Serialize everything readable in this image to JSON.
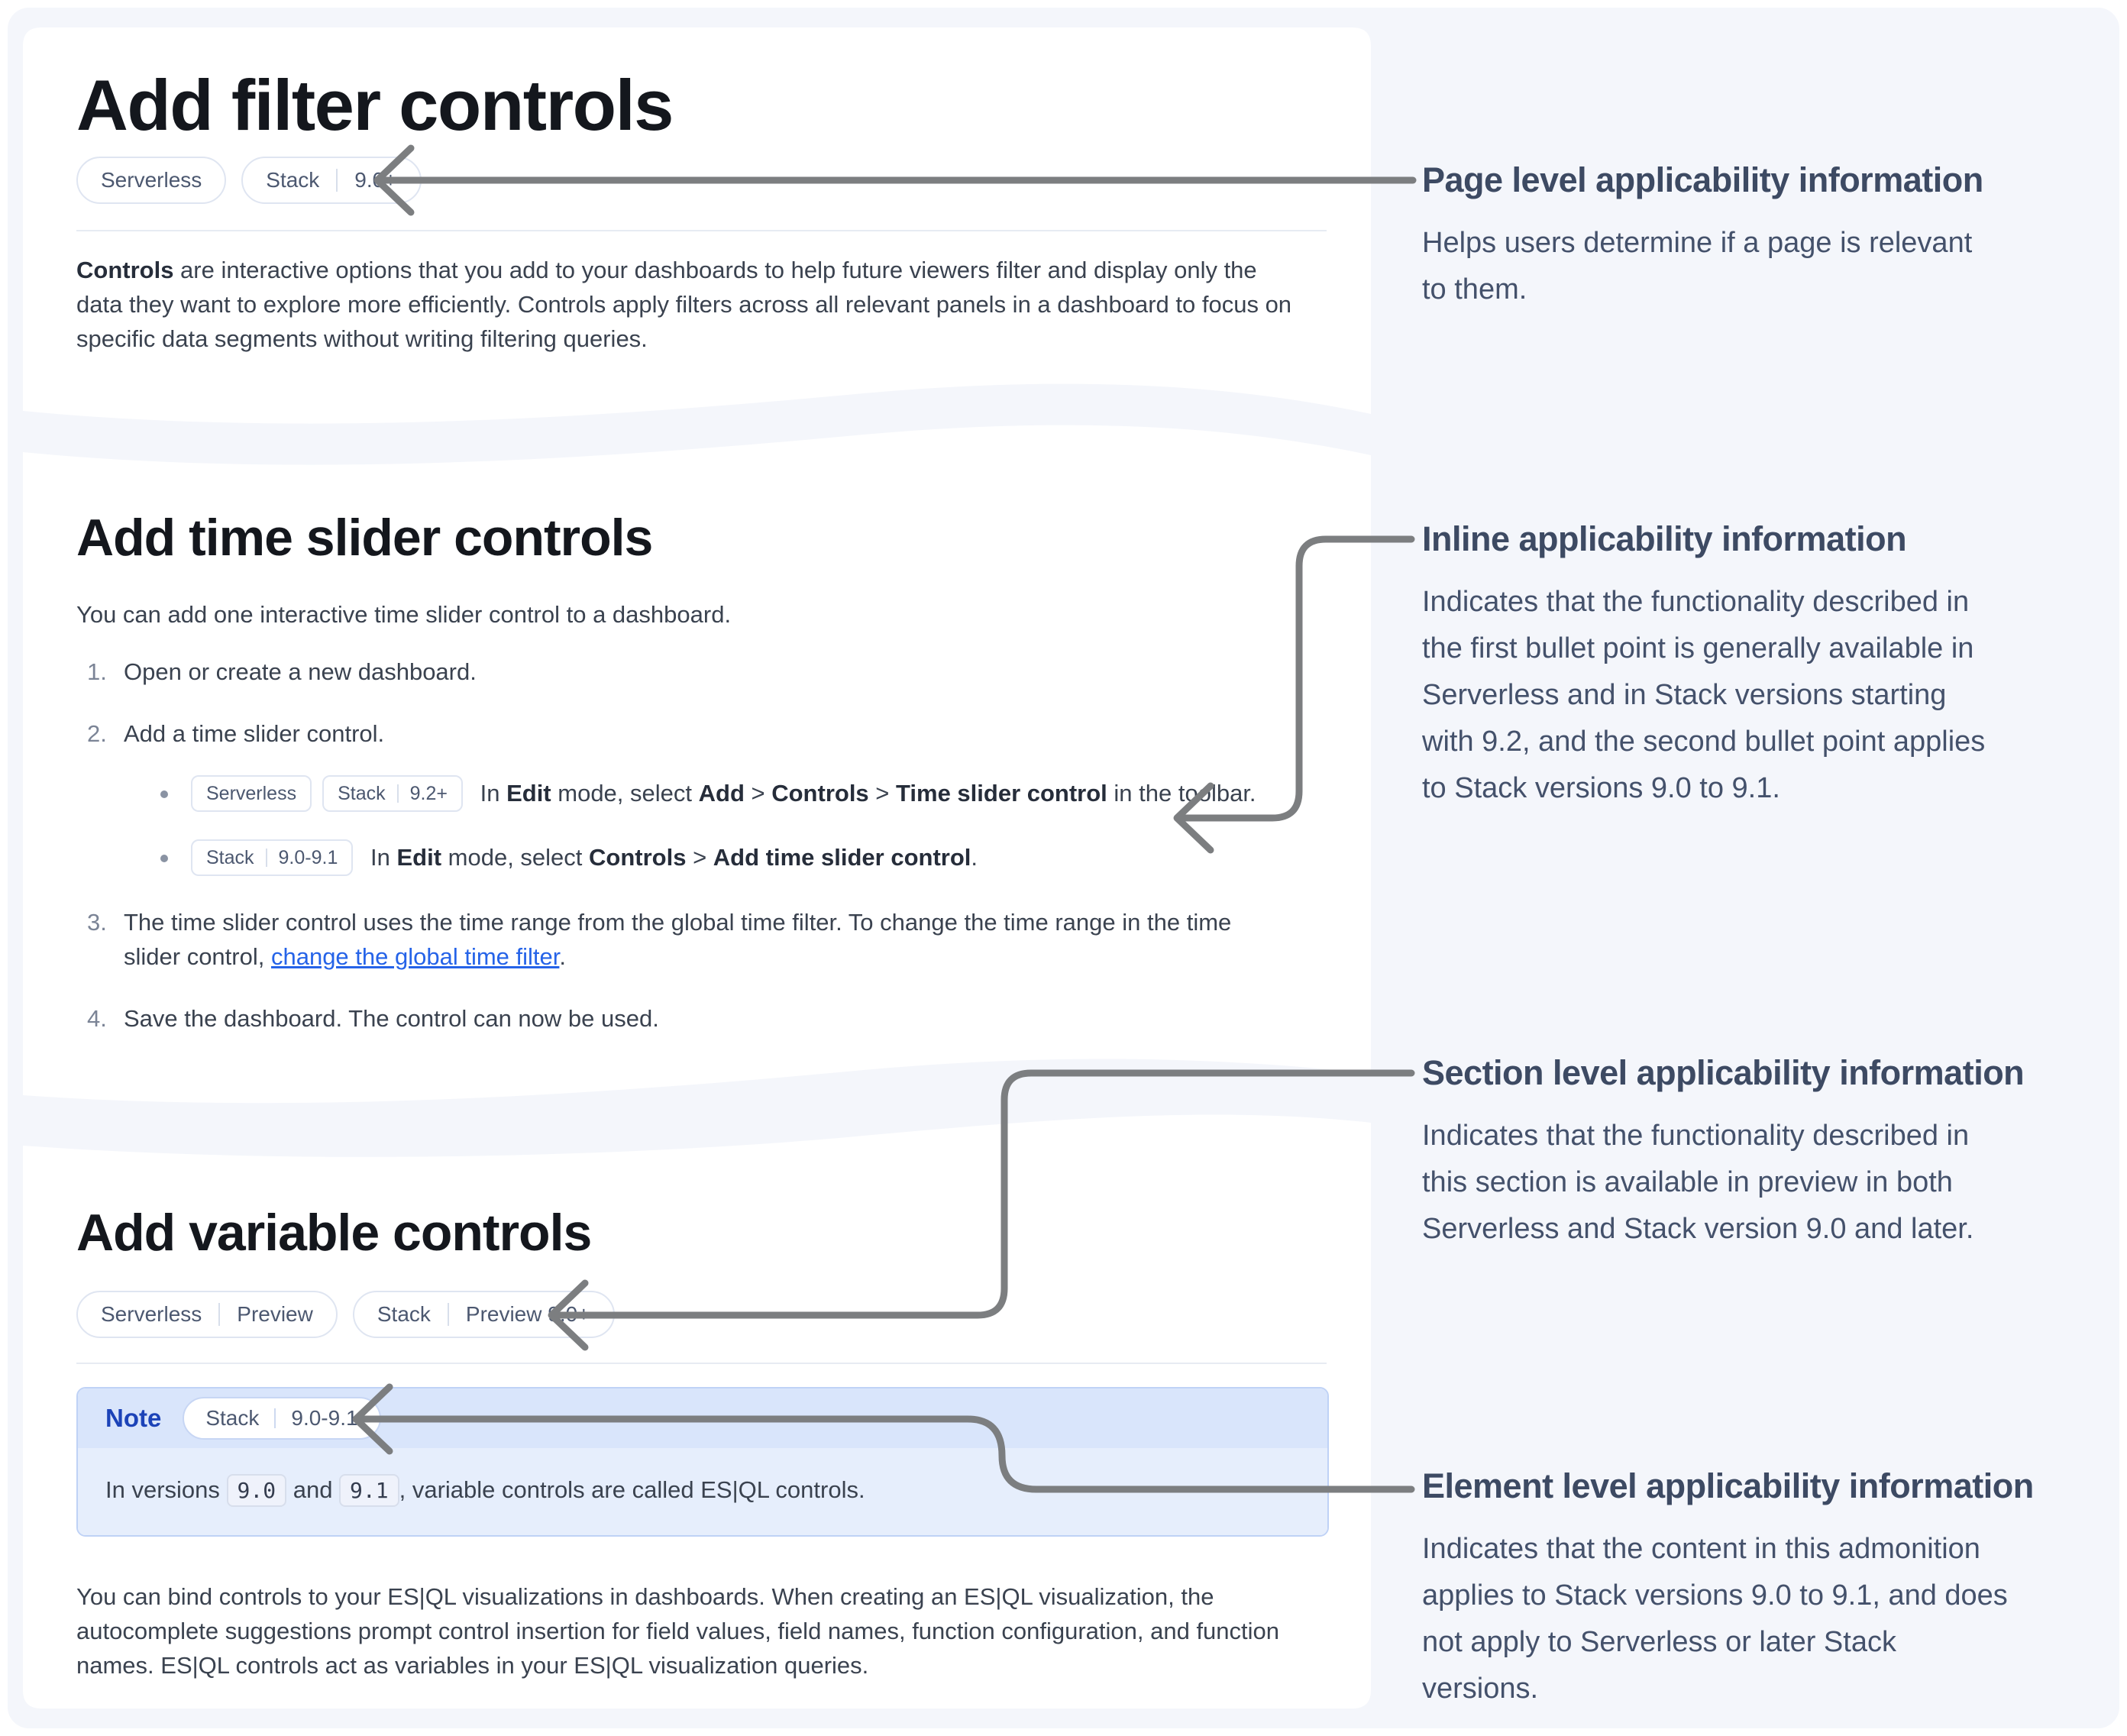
{
  "page": {
    "bg_color": "#f4f6fb",
    "card_color": "#ffffff",
    "arrow_color": "#7c7e80",
    "link_color": "#2563e8",
    "note_header_bg": "#d9e5fb",
    "note_body_bg": "#e6eefc",
    "note_label_color": "#1c43b8"
  },
  "cards": {
    "filter": {
      "title": "Add filter controls",
      "badges": [
        [
          "Serverless"
        ],
        [
          "Stack",
          "9.0+"
        ]
      ],
      "paragraph": [
        {
          "b": "Controls"
        },
        {
          "t": " are interactive options that you add to your dashboards to help future viewers filter and display only the data they want to explore more efficiently. Controls apply filters across all relevant panels in a dashboard to focus on specific data segments without writing filtering queries."
        }
      ]
    },
    "time_slider": {
      "title": "Add time slider controls",
      "intro": "You can add one interactive time slider control to a dashboard.",
      "steps": [
        {
          "num": "1.",
          "text": [
            {
              "t": "Open or create a new dashboard."
            }
          ]
        },
        {
          "num": "2.",
          "text": [
            {
              "t": "Add a time slider control."
            }
          ],
          "bullets": [
            {
              "text": [
                {
                  "badge": [
                    "Serverless"
                  ]
                },
                {
                  "badge": [
                    "Stack",
                    "9.2+"
                  ]
                },
                {
                  "t": " In "
                },
                {
                  "b": "Edit"
                },
                {
                  "t": " mode, select "
                },
                {
                  "b": "Add"
                },
                {
                  "t": " > "
                },
                {
                  "b": "Controls"
                },
                {
                  "t": " > "
                },
                {
                  "b": "Time slider control"
                },
                {
                  "t": " in the toolbar."
                }
              ]
            },
            {
              "text": [
                {
                  "badge": [
                    "Stack",
                    "9.0-9.1"
                  ]
                },
                {
                  "t": " In "
                },
                {
                  "b": "Edit"
                },
                {
                  "t": " mode, select "
                },
                {
                  "b": "Controls"
                },
                {
                  "t": " > "
                },
                {
                  "b": "Add time slider control"
                },
                {
                  "t": "."
                }
              ]
            }
          ]
        },
        {
          "num": "3.",
          "text": [
            {
              "t": "The time slider control uses the time range from the global time filter. To change the time range in the time slider control, "
            },
            {
              "a": "change the global time filter"
            },
            {
              "t": "."
            }
          ]
        },
        {
          "num": "4.",
          "text": [
            {
              "t": "Save the dashboard. The control can now be used."
            }
          ]
        }
      ]
    },
    "variable": {
      "title": "Add variable controls",
      "badges": [
        [
          "Serverless",
          "Preview"
        ],
        [
          "Stack",
          "Preview 9.0+"
        ]
      ],
      "note": {
        "label": "Note",
        "badge": [
          "Stack",
          "9.0-9.1"
        ],
        "body": [
          {
            "t": "In versions "
          },
          {
            "c": "9.0"
          },
          {
            "t": " and "
          },
          {
            "c": "9.1"
          },
          {
            "t": ", variable controls are called ES|QL controls."
          }
        ]
      },
      "paragraph": [
        {
          "t": "You can bind controls to your ES|QL visualizations in dashboards. When creating an ES|QL visualization, the autocomplete suggestions prompt control insertion for field values, field names, function configuration, and function names. ES|QL controls act as variables in your ES|QL visualization queries."
        }
      ]
    }
  },
  "annotations": [
    {
      "title": "Page level applicability information",
      "body": "Helps users determine if a page is relevant\nto them."
    },
    {
      "title": "Inline applicability information",
      "body": "Indicates that the functionality described in\nthe first bullet point is generally available in\nServerless and in Stack versions starting\nwith 9.2, and the second bullet point applies\nto Stack versions 9.0 to 9.1."
    },
    {
      "title": "Section level applicability information",
      "body": "Indicates that the functionality described in\nthis section is available in preview in both\nServerless and Stack version 9.0 and later."
    },
    {
      "title": "Element level applicability information",
      "body": "Indicates that the content in this admonition\napplies to Stack versions 9.0 to 9.1, and does\nnot apply to Serverless or later Stack\nversions."
    }
  ]
}
